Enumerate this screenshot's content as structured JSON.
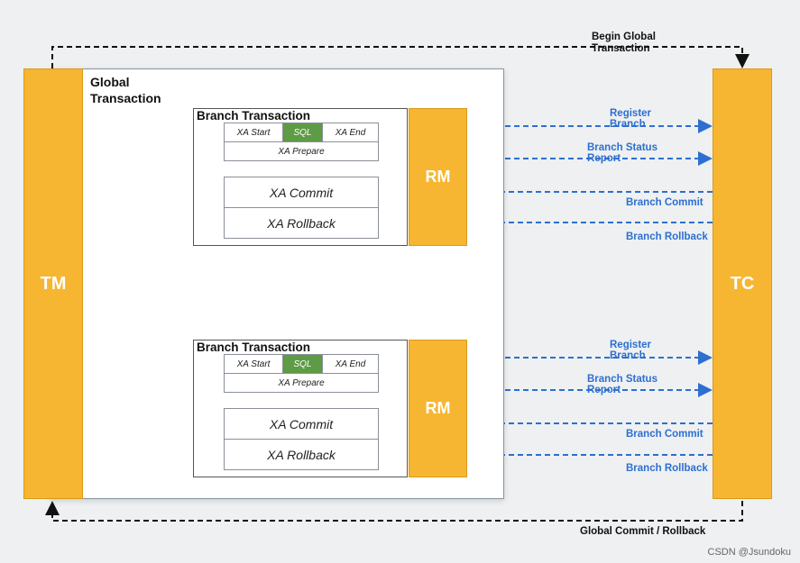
{
  "tm_label": "TM",
  "tc_label": "TC",
  "global_transaction": "Global Transaction",
  "begin_global": "Begin Global Transaction",
  "global_commit_rollback": "Global Commit / Rollback",
  "rm_label": "RM",
  "branches": [
    {
      "title": "Branch Transaction",
      "xa_start": "XA Start",
      "sql": "SQL",
      "xa_end": "XA End",
      "xa_prepare": "XA Prepare",
      "xa_commit": "XA Commit",
      "xa_rollback": "XA Rollback",
      "register_branch": "Register Branch",
      "branch_status_report": "Branch Status Report",
      "branch_commit": "Branch Commit",
      "branch_rollback": "Branch Rollback"
    },
    {
      "title": "Branch Transaction",
      "xa_start": "XA Start",
      "sql": "SQL",
      "xa_end": "XA End",
      "xa_prepare": "XA Prepare",
      "xa_commit": "XA Commit",
      "xa_rollback": "XA Rollback",
      "register_branch": "Register Branch",
      "branch_status_report": "Branch Status Report",
      "branch_commit": "Branch Commit",
      "branch_rollback": "Branch Rollback"
    }
  ],
  "watermark": "CSDN @Jsundoku",
  "colors": {
    "orange": "#f6b632",
    "blue": "#2d6fd1",
    "sql_green": "#5e9b45"
  }
}
